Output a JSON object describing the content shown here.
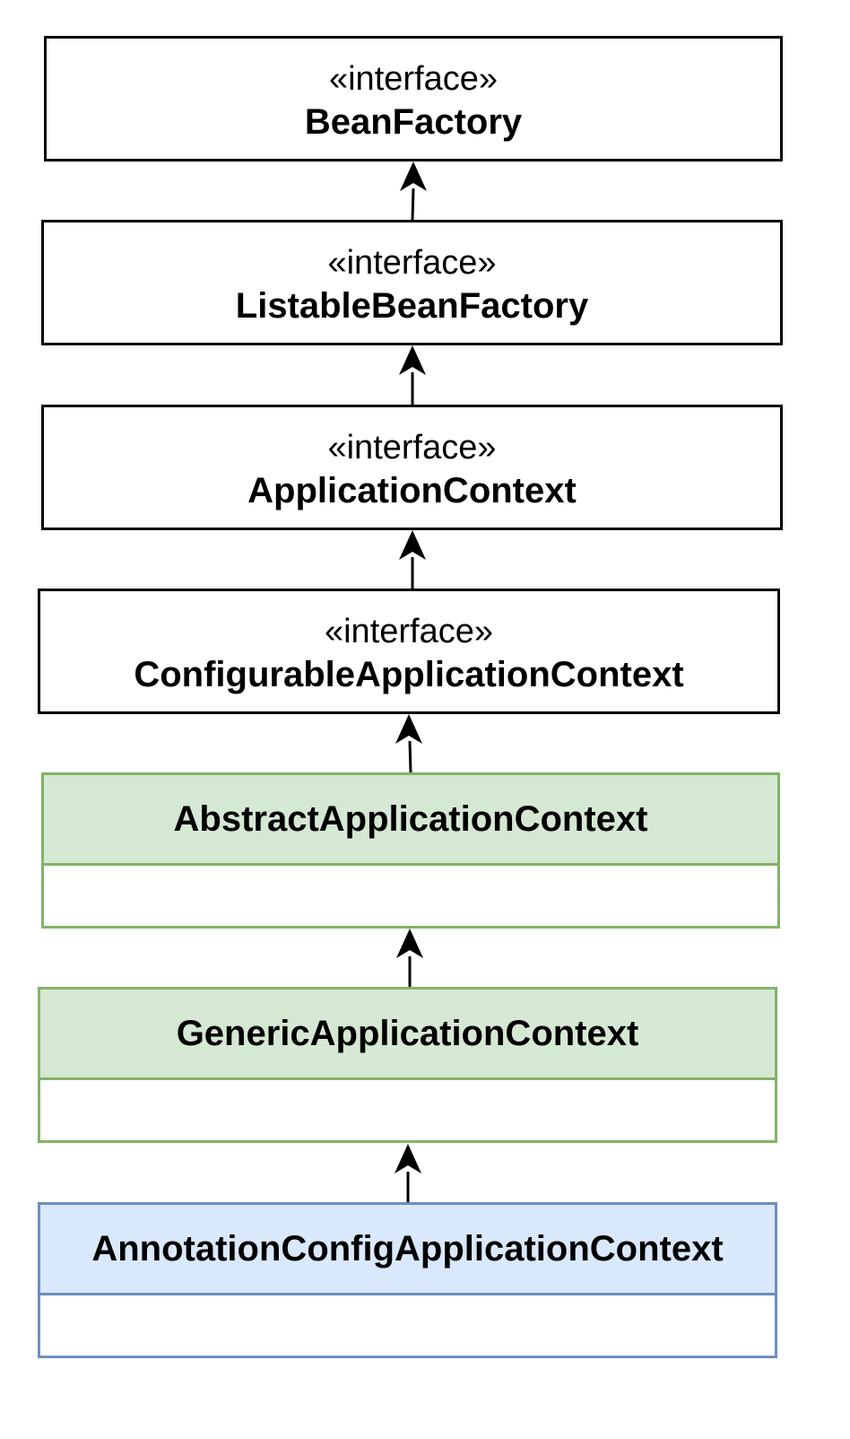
{
  "interfaces": [
    {
      "stereotype": "«interface»",
      "name": "BeanFactory"
    },
    {
      "stereotype": "«interface»",
      "name": "ListableBeanFactory"
    },
    {
      "stereotype": "«interface»",
      "name": "ApplicationContext"
    },
    {
      "stereotype": "«interface»",
      "name": "ConfigurableApplicationContext"
    }
  ],
  "classes": [
    {
      "name": "AbstractApplicationContext",
      "fill": "#d5e8d4",
      "stroke": "#82b366"
    },
    {
      "name": "GenericApplicationContext",
      "fill": "#d5e8d4",
      "stroke": "#82b366"
    },
    {
      "name": "AnnotationConfigApplicationContext",
      "fill": "#dae8fc",
      "stroke": "#6c8ebf"
    }
  ],
  "relations": [
    {
      "from": "ListableBeanFactory",
      "to": "BeanFactory",
      "kind": "extends"
    },
    {
      "from": "ApplicationContext",
      "to": "ListableBeanFactory",
      "kind": "extends"
    },
    {
      "from": "ConfigurableApplicationContext",
      "to": "ApplicationContext",
      "kind": "extends"
    },
    {
      "from": "AbstractApplicationContext",
      "to": "ConfigurableApplicationContext",
      "kind": "implements"
    },
    {
      "from": "GenericApplicationContext",
      "to": "AbstractApplicationContext",
      "kind": "extends"
    },
    {
      "from": "AnnotationConfigApplicationContext",
      "to": "GenericApplicationContext",
      "kind": "extends"
    }
  ]
}
